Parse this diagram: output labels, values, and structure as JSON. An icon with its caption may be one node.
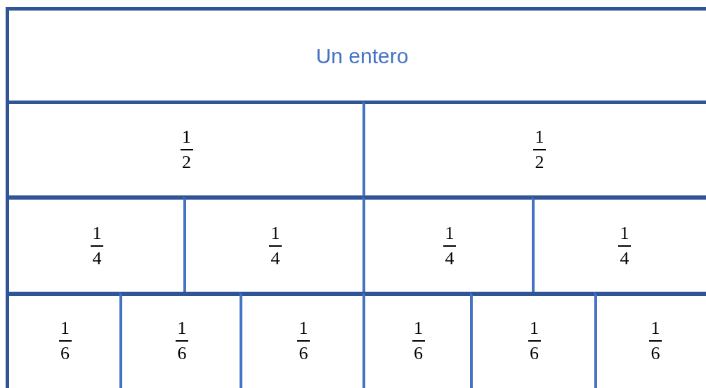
{
  "diagram": {
    "nodes": [
      {
        "text": [
          "Un entero"
        ]
      },
      {
        "text": [
          "1",
          "2"
        ]
      },
      {
        "text": [
          "1",
          "2"
        ]
      },
      {
        "text": [
          "1",
          "4"
        ]
      },
      {
        "text": [
          "1",
          "4"
        ]
      },
      {
        "text": [
          "1",
          "4"
        ]
      },
      {
        "text": [
          "1",
          "4"
        ]
      },
      {
        "text": [
          "1",
          "6"
        ]
      },
      {
        "text": [
          "1",
          "6"
        ]
      },
      {
        "text": [
          "1",
          "6"
        ]
      },
      {
        "text": [
          "1",
          "6"
        ]
      },
      {
        "text": [
          "1",
          "6"
        ]
      },
      {
        "text": [
          "1",
          "6"
        ]
      }
    ]
  }
}
